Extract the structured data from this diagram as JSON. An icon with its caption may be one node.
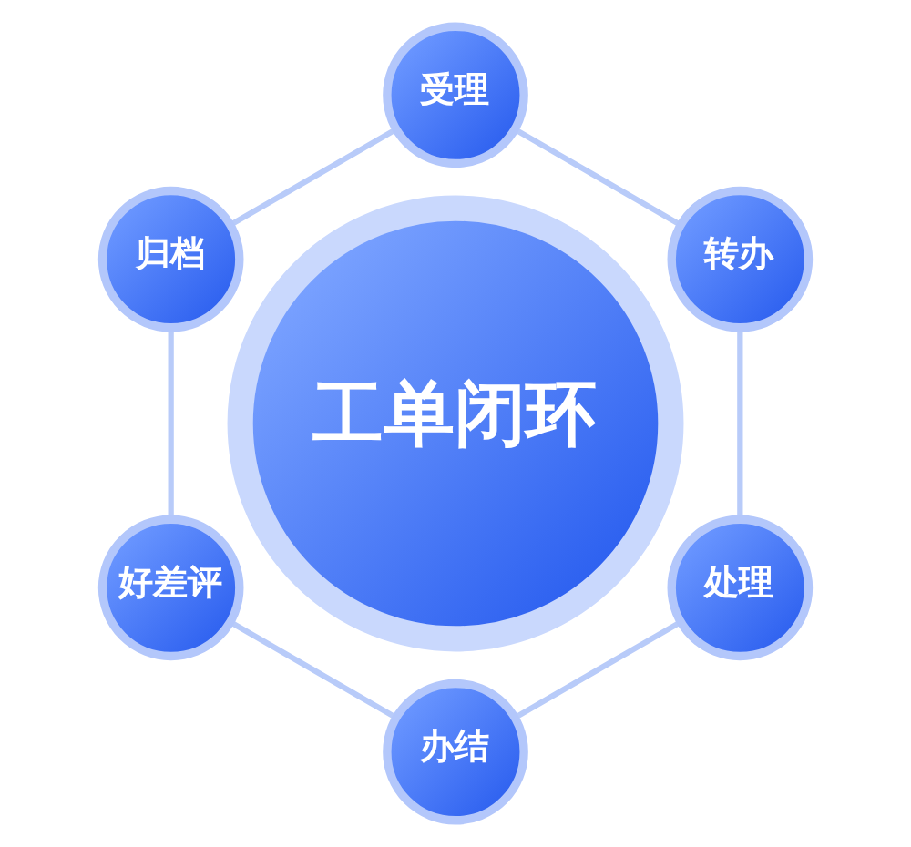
{
  "diagram": {
    "nodes": [
      {
        "text": [
          "工单闭环"
        ]
      },
      {
        "text": [
          "受理"
        ]
      },
      {
        "text": [
          "转办"
        ]
      },
      {
        "text": [
          "处理"
        ]
      },
      {
        "text": [
          "办结"
        ]
      },
      {
        "text": [
          "好差评"
        ]
      },
      {
        "text": [
          "归档"
        ]
      }
    ],
    "edges": [
      {
        "from": 1,
        "to": 2,
        "arrow": "none"
      },
      {
        "from": 2,
        "to": 3,
        "arrow": "none"
      },
      {
        "from": 3,
        "to": 4,
        "arrow": "none"
      },
      {
        "from": 4,
        "to": 5,
        "arrow": "none"
      },
      {
        "from": 5,
        "to": 6,
        "arrow": "none"
      },
      {
        "from": 6,
        "to": 1,
        "arrow": "none"
      }
    ]
  }
}
